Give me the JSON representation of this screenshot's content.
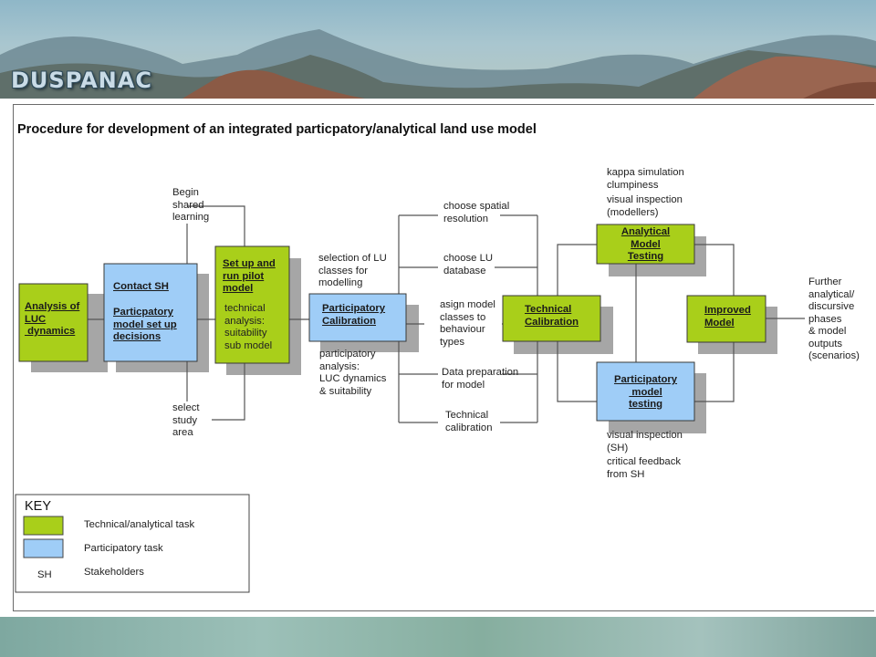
{
  "brand": "DUSPANAC",
  "title": "Procedure for development of an integrated particpatory/analytical land use model",
  "colors": {
    "technical": "#a9cf1a",
    "participatory": "#9fcdf7",
    "shadow": "#a6a6a6",
    "line": "#555555"
  },
  "boxes": {
    "analysis": "Analysis of\nLUC\n dynamics",
    "contact_sh_1": "Contact SH",
    "contact_sh_2": "Particpatory\nmodel set up\ndecisions",
    "setup": "Set up and\nrun pilot\nmodel",
    "setup_sub": "technical\nanalysis:\nsuitability\nsub model",
    "participatory_calibration": "Participatory\nCalibration",
    "technical_calibration": "Technical\nCalibration",
    "analytical_testing": "Analytical\nModel\nTesting",
    "participatory_testing": "Participatory\n model\ntesting",
    "improved_model": "Improved\nModel"
  },
  "labels": {
    "begin": "Begin\nshared\nlearning",
    "select_study": "select\nstudy\narea",
    "selection_lu": "selection of LU\nclasses for\nmodelling",
    "participatory_analysis": "participatory\nanalysis:\nLUC dynamics\n& suitability",
    "choose_spatial": "choose spatial\nresolution",
    "choose_lu": "choose LU\ndatabase",
    "asign": "asign model\nclasses to\nbehaviour\ntypes",
    "data_prep": "Data preparation\nfor model",
    "tech_cal": "Technical\ncalibration",
    "kappa": "kappa simulation\nclumpiness",
    "visual_modellers": "visual inspection\n(modellers)",
    "visual_sh": "visual inspection\n(SH)",
    "critical": "critical feedback\nfrom SH",
    "further": "Further\nanalytical/\ndiscursive\nphases\n& model\noutputs\n(scenarios)"
  },
  "key": {
    "title": "KEY",
    "technical": "Technical/analytical task",
    "participatory": "Participatory task",
    "sh_abbrev": "SH",
    "sh": "Stakeholders"
  }
}
